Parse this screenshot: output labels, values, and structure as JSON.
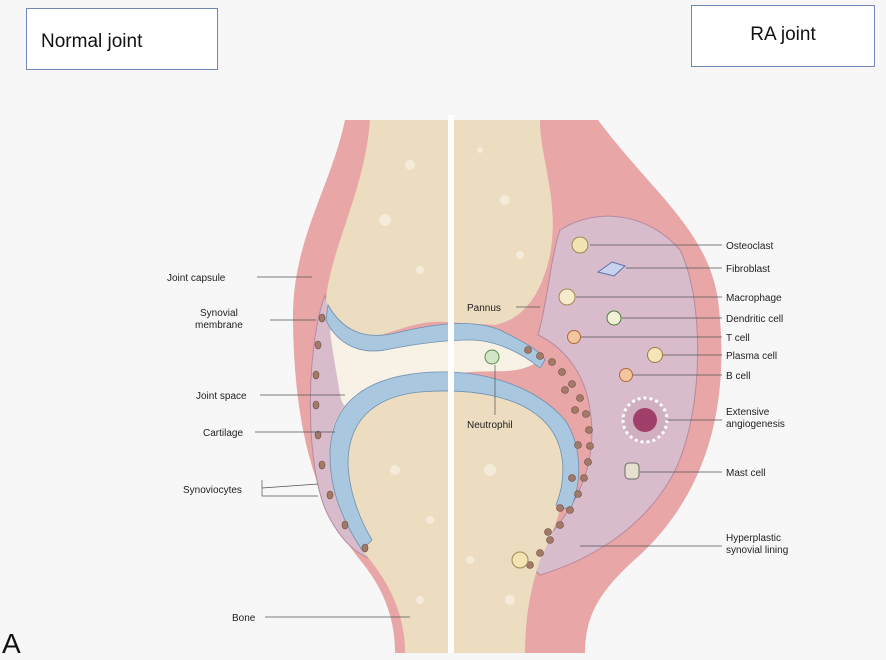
{
  "headers": {
    "normal": "Normal joint",
    "ra": "RA joint"
  },
  "panel_letter": "A",
  "labels_left": {
    "joint_capsule": "Joint capsule",
    "synovial_membrane_1": "Synovial",
    "synovial_membrane_2": "membrane",
    "joint_space": "Joint space",
    "cartilage": "Cartilage",
    "synoviocytes": "Synoviocytes",
    "bone": "Bone"
  },
  "labels_center": {
    "pannus": "Pannus",
    "neutrophil": "Neutrophil"
  },
  "labels_right": {
    "osteoclast": "Osteoclast",
    "fibroblast": "Fibroblast",
    "macrophage": "Macrophage",
    "dendritic_cell": "Dendritic cell",
    "t_cell": "T cell",
    "plasma_cell": "Plasma cell",
    "b_cell": "B cell",
    "angiogenesis_1": "Extensive",
    "angiogenesis_2": "angiogenesis",
    "mast_cell": "Mast cell",
    "hyperplastic_1": "Hyperplastic",
    "hyperplastic_2": "synovial lining"
  },
  "colors": {
    "capsule": "#e8a6a6",
    "synovium": "#d8bccb",
    "bone": "#ecdcc0",
    "cartilage": "#a9c7de",
    "joint_space": "#f7f1e6",
    "box_border": "#6f86b8"
  }
}
